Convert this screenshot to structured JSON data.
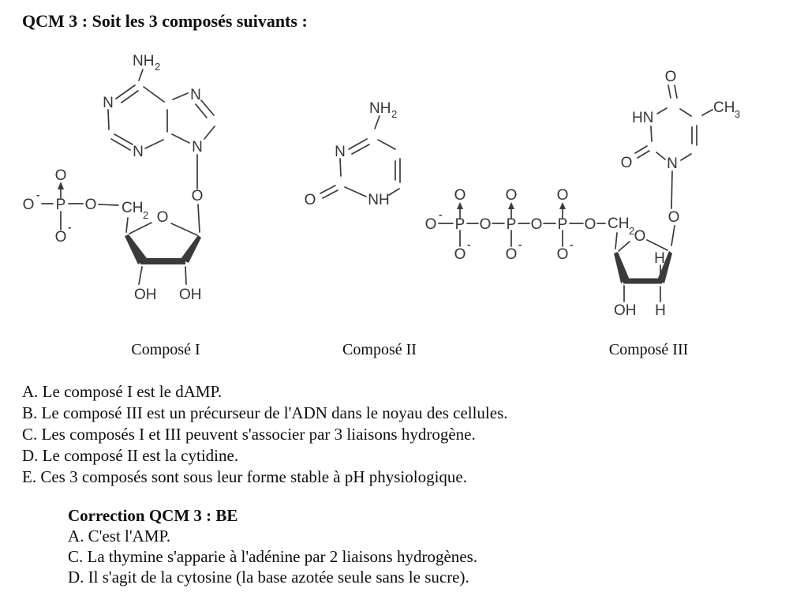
{
  "title": "QCM 3 : Soit les 3 composés suivants :",
  "compounds": {
    "c1_label": "Composé I",
    "c2_label": "Composé II",
    "c3_label": "Composé III"
  },
  "options": [
    "A. Le composé I est le dAMP.",
    "B. Le composé III est un précurseur de l'ADN dans le noyau des cellules.",
    "C. Les composés I et III peuvent s'associer par 3 liaisons hydrogène.",
    "D. Le composé II est la cytidine.",
    "E. Ces 3 composés sont sous leur forme stable à pH physiologique."
  ],
  "correction": {
    "title": "Correction QCM 3 : BE",
    "lines": [
      "A. C'est l'AMP.",
      "C. La thymine s'apparie à l'adénine par 2 liaisons hydrogènes.",
      "D. Il s'agit de la cytosine (la base azotée seule sans le sucre)."
    ]
  },
  "chem": {
    "N": "N",
    "O": "O",
    "P": "P",
    "H": "H",
    "NH": "NH",
    "HN": "HN",
    "OH": "OH",
    "CH": "CH",
    "sub2": "2",
    "sub3": "3",
    "minus": "-"
  },
  "colors": {
    "ink": "#0e0e0e",
    "structure": "#3a3a3a",
    "background": "#ffffff"
  }
}
